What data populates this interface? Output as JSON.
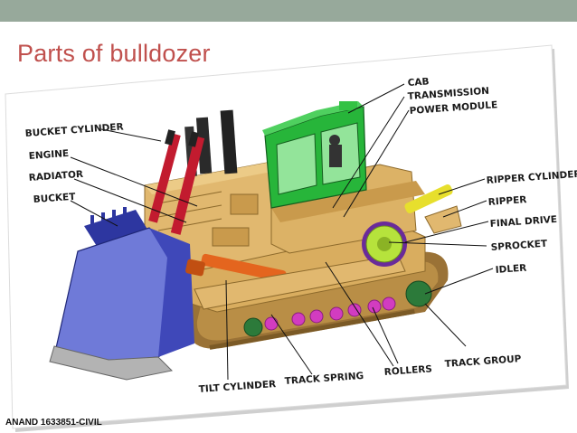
{
  "slide": {
    "title": "Parts of bulldozer",
    "footer": "ANAND 1633851-CIVIL"
  },
  "diagram": {
    "labels": {
      "cab": "CAB",
      "transmission": "TRANSMISSION",
      "power_module": "POWER MODULE",
      "bucket_cylinder": "BUCKET CYLINDER",
      "engine": "ENGINE",
      "radiator": "RADIATOR",
      "bucket": "BUCKET",
      "ripper_cylinder": "RIPPER CYLINDER",
      "ripper": "RIPPER",
      "final_drive": "FINAL DRIVE",
      "sprocket": "SPROCKET",
      "idler": "IDLER",
      "tilt_cylinder": "TILT CYLINDER",
      "track_spring": "TRACK SPRING",
      "rollers": "ROLLERS",
      "track_group": "TRACK GROUP"
    },
    "colors": {
      "body": "#e1b86f",
      "cab": "#27b53a",
      "blade": "#3f48b9",
      "cylinder": "#c21b2f",
      "tilt_cylinder": "#e4651e",
      "sprocket": "#b6e33c",
      "rollers": "#d23cc0",
      "ripper_cylinder": "#e7df2d",
      "track": "#b98e46"
    }
  }
}
